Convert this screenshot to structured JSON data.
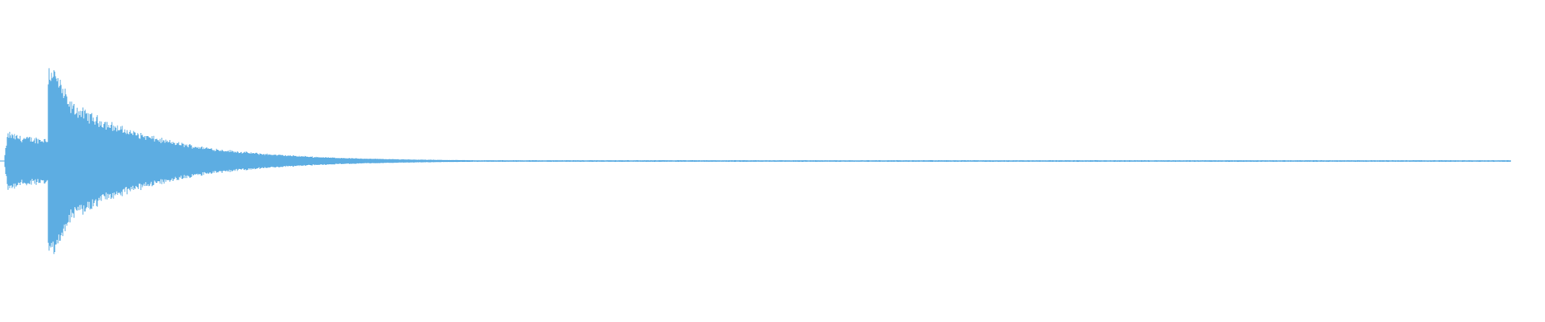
{
  "waveform": {
    "color": "#5dade2",
    "description_kind": "audio-waveform",
    "duration_fraction_with_signal": 0.978,
    "bursts": [
      {
        "start": 0.0,
        "peak_amplitude": 0.38,
        "sustain_amplitude": 0.24,
        "end": 0.031
      },
      {
        "start": 0.031,
        "peak_amplitude": 1.0,
        "sustain_amplitude": 0.62,
        "decay_rate": 2.6
      }
    ],
    "noise_floor_amplitude": 0.008
  }
}
